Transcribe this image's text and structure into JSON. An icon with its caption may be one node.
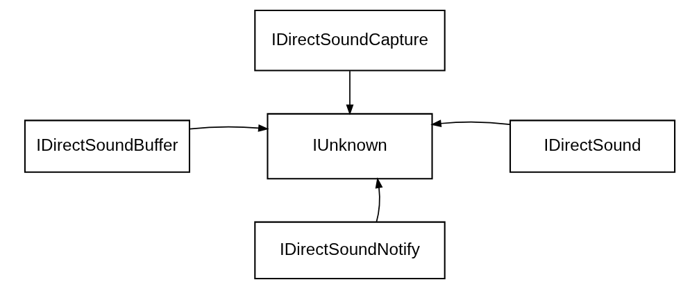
{
  "diagram": {
    "nodes": [
      {
        "text": [
          "IDirectSoundCapture"
        ]
      },
      {
        "text": [
          "IDirectSoundBuffer"
        ]
      },
      {
        "text": [
          "IUnknown"
        ]
      },
      {
        "text": [
          "IDirectSound"
        ]
      },
      {
        "text": [
          "IDirectSoundNotify"
        ]
      }
    ],
    "edges": [
      {
        "from": 0,
        "to": 2,
        "arrow": "to"
      },
      {
        "from": 1,
        "to": 2,
        "arrow": "to"
      },
      {
        "from": 3,
        "to": 2,
        "arrow": "to"
      },
      {
        "from": 4,
        "to": 2,
        "arrow": "to"
      }
    ]
  }
}
